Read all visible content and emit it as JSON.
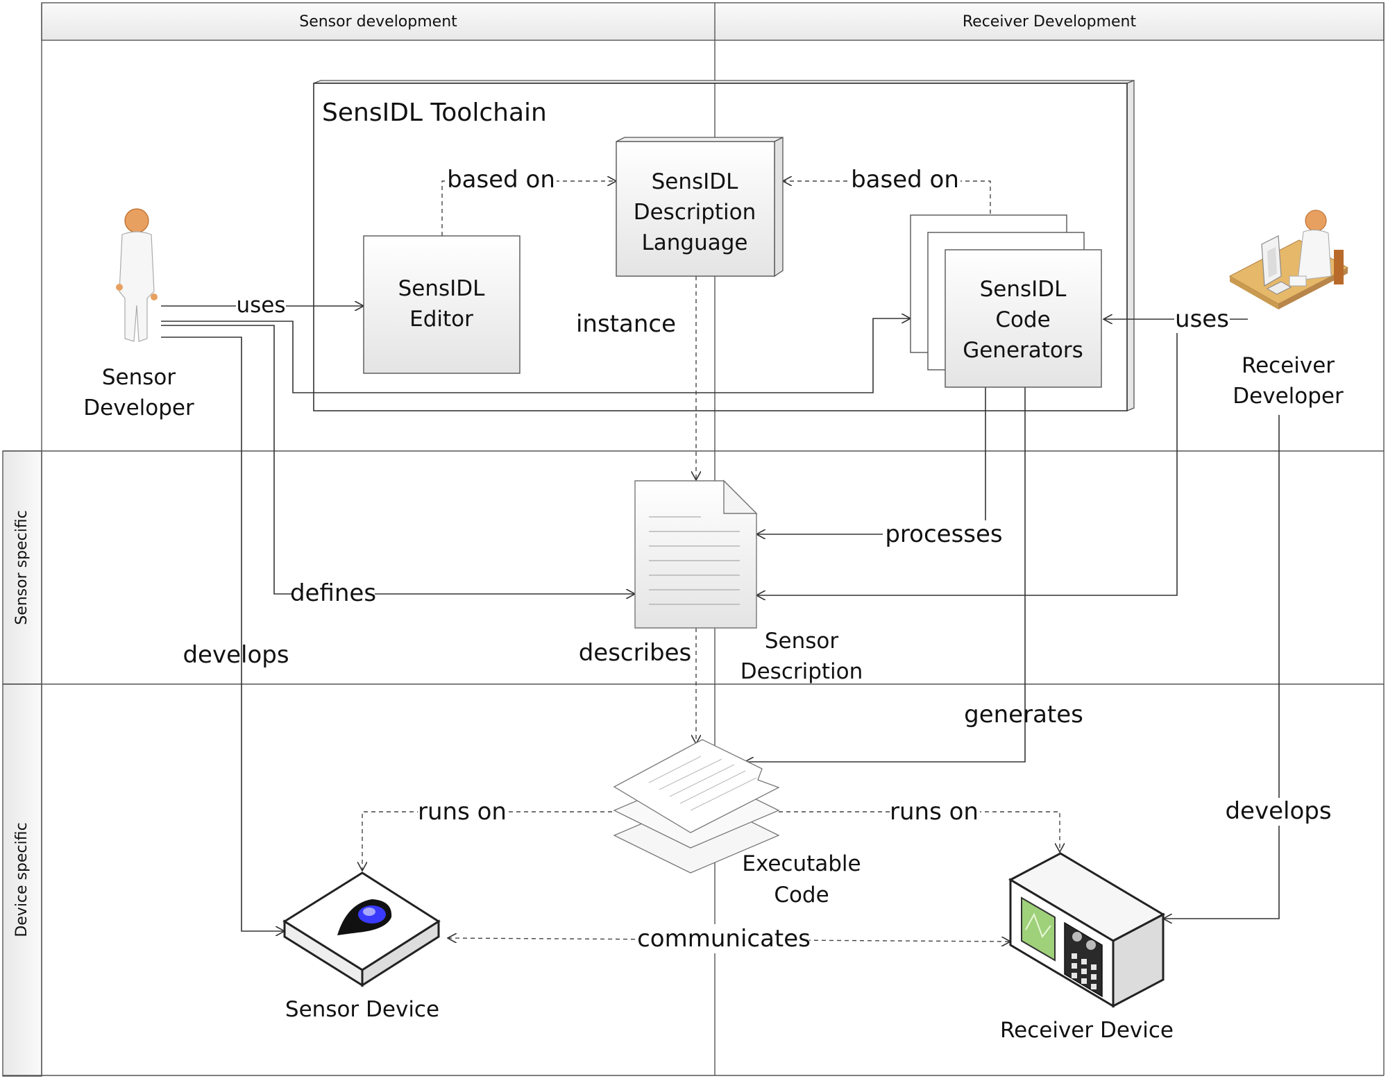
{
  "swimlanes": {
    "columns": [
      "Sensor development",
      "Receiver Development"
    ],
    "rows": [
      "Sensor specific",
      "Device specific"
    ]
  },
  "toolchain": {
    "title": "SensIDL Toolchain"
  },
  "nodes": {
    "editor": [
      "SensIDL",
      "Editor"
    ],
    "language": [
      "SensIDL",
      "Description",
      "Language"
    ],
    "generators": [
      "SensIDL",
      "Code",
      "Generators"
    ],
    "sensor_description": [
      "Sensor",
      "Description"
    ],
    "executable_code": [
      "Executable",
      "Code"
    ],
    "sensor_device": "Sensor Device",
    "receiver_device": "Receiver Device"
  },
  "actors": {
    "sensor_developer": [
      "Sensor",
      "Developer"
    ],
    "receiver_developer": [
      "Receiver",
      "Developer"
    ]
  },
  "edges": {
    "based_on_left": "based on",
    "based_on_right": "based on",
    "uses_left": "uses",
    "uses_right": "uses",
    "instance": "instance",
    "processes": "processes",
    "defines": "defines",
    "develops_left": "develops",
    "develops_right": "develops",
    "describes": "describes",
    "generates": "generates",
    "runs_on_left": "runs on",
    "runs_on_right": "runs on",
    "communicates": "communicates"
  },
  "colors": {
    "lane_header": "#f2f2f2",
    "box_fill_top": "#ffffff",
    "box_fill_bottom": "#e6e6e6",
    "person_skin": "#e8a060",
    "desk": "#e6b86a",
    "sensor_light": "#3a3aff"
  }
}
